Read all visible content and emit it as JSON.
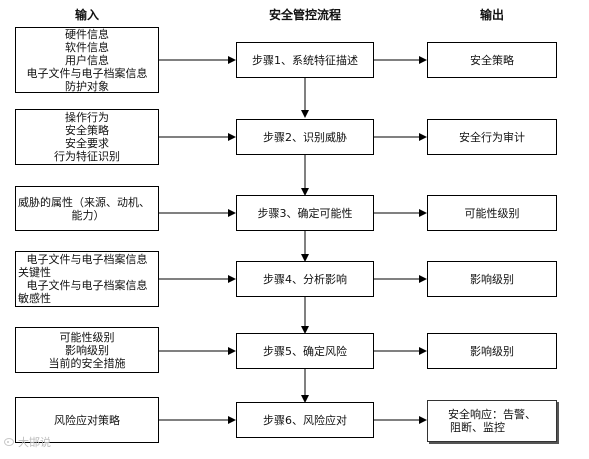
{
  "headers": {
    "input": "输入",
    "process": "安全管控流程",
    "output": "输出"
  },
  "rows": [
    {
      "inputs": [
        "硬件信息",
        "软件信息",
        "用户信息",
        "电子文件与电子档案信息",
        "防护对象"
      ],
      "step": "步骤1、系统特征描述",
      "output": [
        "安全策略"
      ]
    },
    {
      "inputs": [
        "操作行为",
        "安全策略",
        "安全要求",
        "行为特征识别"
      ],
      "step": "步骤2、识别威胁",
      "output": [
        "安全行为审计"
      ]
    },
    {
      "inputs": [
        "威胁的属性（来源、动机、",
        "能力）"
      ],
      "step": "步骤3、确定可能性",
      "output": [
        "可能性级别"
      ]
    },
    {
      "inputs": [
        "电子文件与电子档案信息",
        "关键性",
        "电子文件与电子档案信息",
        "敏感性"
      ],
      "step": "步骤4、分析影响",
      "output": [
        "影响级别"
      ]
    },
    {
      "inputs": [
        "可能性级别",
        "影响级别",
        "当前的安全措施"
      ],
      "step": "步骤5、确定风险",
      "output": [
        "影响级别"
      ]
    },
    {
      "inputs": [
        "风险应对策略"
      ],
      "step": "步骤6、风险应对",
      "output": [
        "安全响应：告警、",
        "阻断、监控"
      ]
    }
  ],
  "watermark": "大邯说"
}
